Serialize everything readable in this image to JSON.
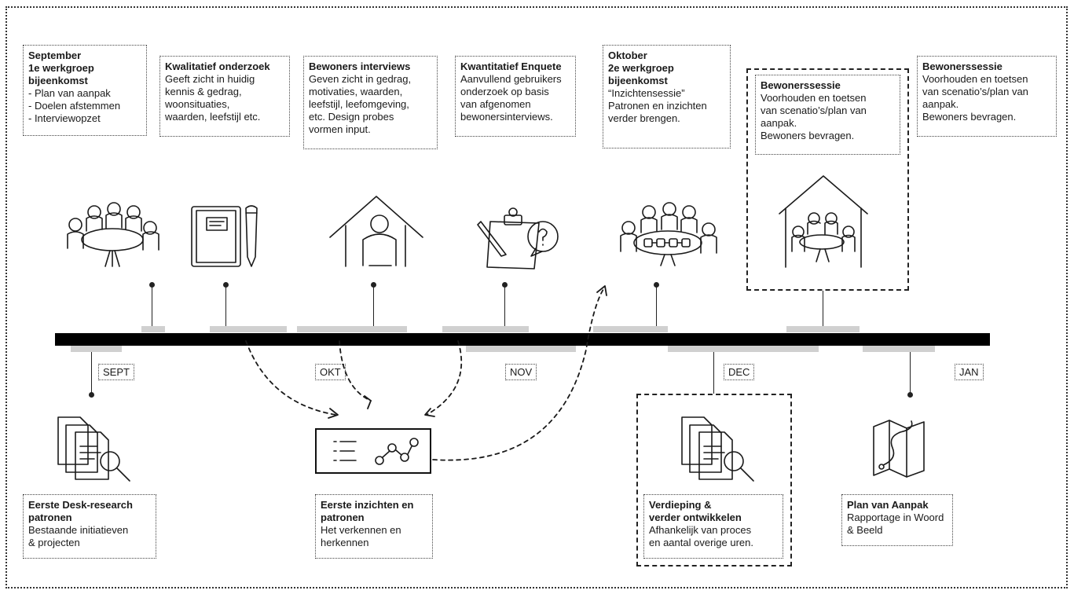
{
  "top_boxes": [
    {
      "title": "September\n1e werkgroep\nbijeenkomst",
      "body": "- Plan van aanpak\n- Doelen afstemmen\n- Interviewopzet"
    },
    {
      "title": "Kwalitatief onderzoek",
      "body": "Geeft zicht in huidig\nkennis & gedrag,\nwoonsituaties,\nwaarden, leefstijl etc."
    },
    {
      "title": "Bewoners interviews",
      "body": "Geven zicht in gedrag,\nmotivaties, waarden,\nleefstijl, leefomgeving,\netc. Design probes\nvormen input."
    },
    {
      "title": "Kwantitatief Enquete",
      "body": "Aanvullend gebruikers\nonderzoek op basis\nvan afgenomen\nbewonersinterviews."
    },
    {
      "title": "Oktober\n2e werkgroep\nbijeenkomst",
      "body": "“Inzichtensessie”\nPatronen en inzichten\nverder brengen."
    },
    {
      "title": "Bewonerssessie",
      "body": "Voorhouden en toetsen\nvan scenatio’s/plan van\naanpak.\nBewoners bevragen."
    },
    {
      "title": "Bewonerssessie",
      "body": "Voorhouden en toetsen\nvan scenatio’s/plan van\naanpak.\nBewoners bevragen."
    }
  ],
  "months": [
    "SEPT",
    "OKT",
    "NOV",
    "DEC",
    "JAN"
  ],
  "bottom_boxes": [
    {
      "title": "Eerste Desk-research\npatronen",
      "body": "Bestaande initiatieven\n& projecten"
    },
    {
      "title": "Eerste inzichten en\npatronen",
      "body": "Het verkennen en\nherkennen"
    },
    {
      "title": "Verdieping &\nverder ontwikkelen",
      "body": "Afhankelijk van proces\nen aantal overige uren."
    },
    {
      "title": "Plan van Aanpak",
      "body": "Rapportage in Woord\n& Beeld"
    }
  ],
  "icons": {
    "top": [
      "meeting-table-icon",
      "notebook-pen-icon",
      "house-person-icon",
      "clipboard-question-icon",
      "meeting-patterns-icon",
      "house-group-icon"
    ],
    "bottom": [
      "documents-magnifier-icon",
      "insights-board-icon",
      "documents-magnifier-icon",
      "map-route-icon"
    ]
  }
}
